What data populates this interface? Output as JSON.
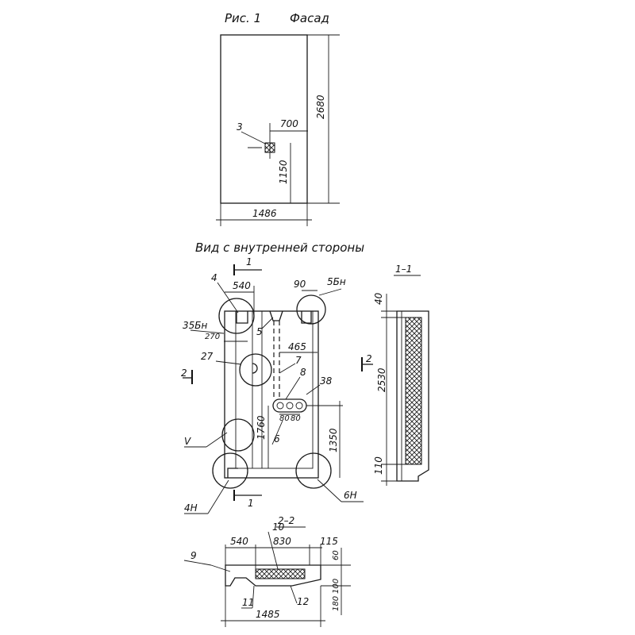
{
  "figure": {
    "title_left": "Рис. 1",
    "title_right": "Фасад",
    "view_inner_title": "Вид с внутренней стороны",
    "section_1_1": "1–1",
    "section_2_2": "2–2"
  },
  "facade": {
    "dim_height": "2680",
    "dim_width": "1486",
    "dim_700": "700",
    "dim_1150": "1150",
    "callout_3": "3"
  },
  "inner_view": {
    "marker_1_top": "1",
    "marker_1_bottom": "1",
    "marker_2": "2",
    "callout_4": "4",
    "callout_35bn": "35Бн",
    "dim_270": "270",
    "dim_540": "540",
    "dim_90": "90",
    "callout_5bn": "5Бн",
    "callout_5": "5",
    "dim_465": "465",
    "callout_27": "27",
    "callout_7": "7",
    "callout_8": "8",
    "callout_38": "38",
    "dim_1760": "1760",
    "dim_1350": "1350",
    "dim_80_1": "80",
    "dim_80_2": "80",
    "callout_6": "6",
    "callout_v": "V",
    "callout_4n": "4Н",
    "callout_6n": "6Н"
  },
  "section_1_1": {
    "dim_40": "40",
    "dim_2530": "2530",
    "dim_110": "110",
    "marker_2": "2"
  },
  "section_2_2": {
    "callout_9": "9",
    "callout_10": "10",
    "callout_11": "11",
    "callout_12": "12",
    "dim_540": "540",
    "dim_830": "830",
    "dim_115": "115",
    "dim_60": "60",
    "dim_100": "100",
    "dim_180": "180",
    "dim_1485": "1485"
  }
}
